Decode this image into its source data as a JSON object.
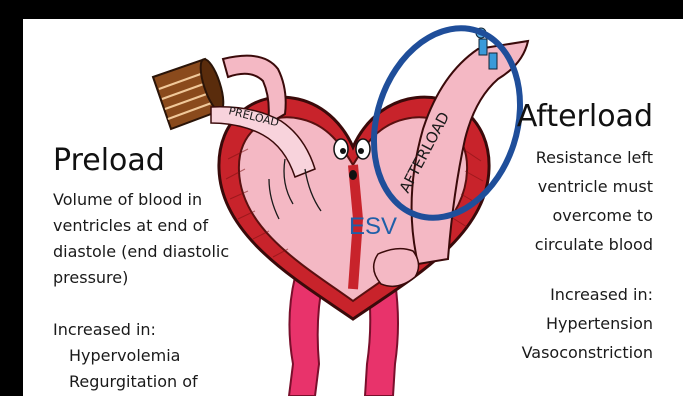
{
  "preload": {
    "title": "Preload",
    "description": [
      "Volume of blood in",
      "ventricles at end of",
      "diastole (end diastolic",
      "pressure)"
    ],
    "increased_heading": "Increased in:",
    "increased_items": [
      "Hypervolemia",
      "Regurgitation of"
    ]
  },
  "afterload": {
    "title": "Afterload",
    "description": [
      "Resistance left",
      "ventricle must",
      "overcome to",
      "circulate blood"
    ],
    "increased_heading": "Increased in:",
    "increased_items": [
      "Hypertension",
      "Vasoconstriction"
    ]
  },
  "diagram": {
    "cup_label": "PRELOAD",
    "aorta_label": "AFTERLOAD",
    "esv_label": "ESV"
  },
  "colors": {
    "heart_red": "#c8232b",
    "heart_pink": "#f4b8c4",
    "leg_pink": "#e8336b",
    "highlight_circle": "#1f4e9a",
    "esv_text": "#1f5fa8"
  }
}
